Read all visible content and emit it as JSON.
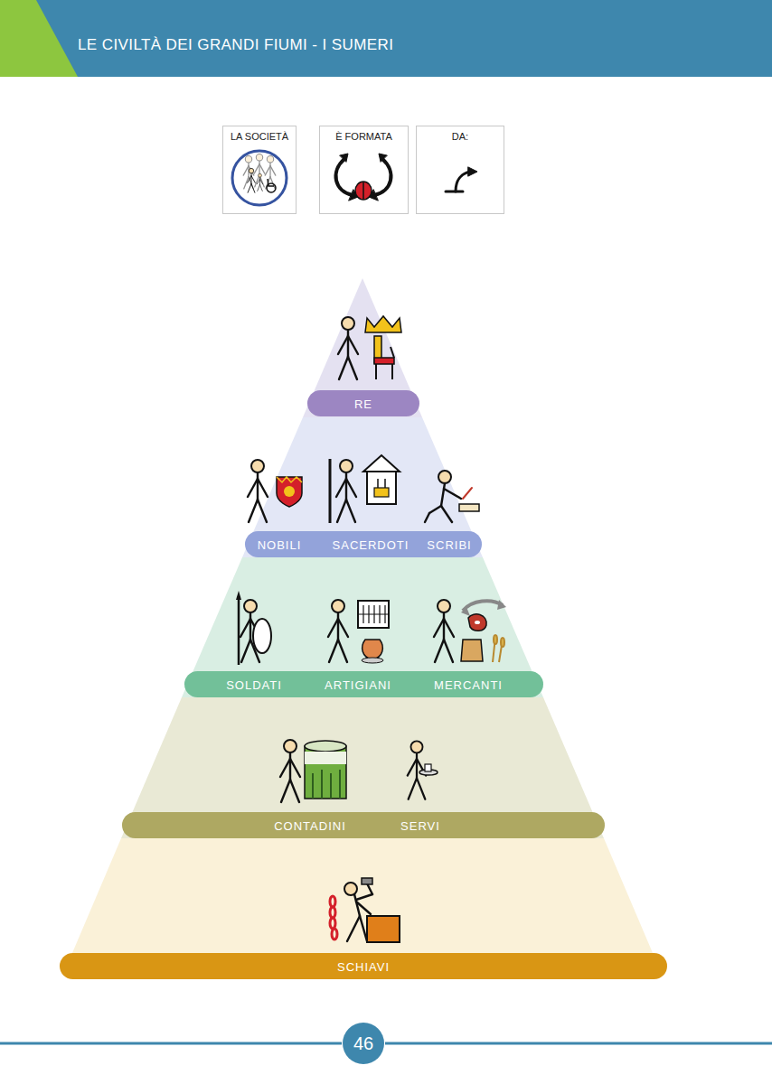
{
  "diagram": {
    "title": "LE CIVILTÀ DEI GRANDI FIUMI - I SUMERI",
    "nodes": [
      {
        "text": [
          "LA SOCIETÀ"
        ]
      },
      {
        "text": [
          "È FORMATA"
        ]
      },
      {
        "text": [
          "DA:"
        ]
      },
      {
        "text": [
          "RE"
        ]
      },
      {
        "text": [
          "NOBILI",
          "SACERDOTI",
          "SCRIBI"
        ]
      },
      {
        "text": [
          "SOLDATI",
          "ARTIGIANI",
          "MERCANTI"
        ]
      },
      {
        "text": [
          "CONTADINI",
          "SERVI"
        ]
      },
      {
        "text": [
          "SCHIAVI"
        ]
      },
      {
        "text": [
          "46"
        ]
      }
    ]
  }
}
